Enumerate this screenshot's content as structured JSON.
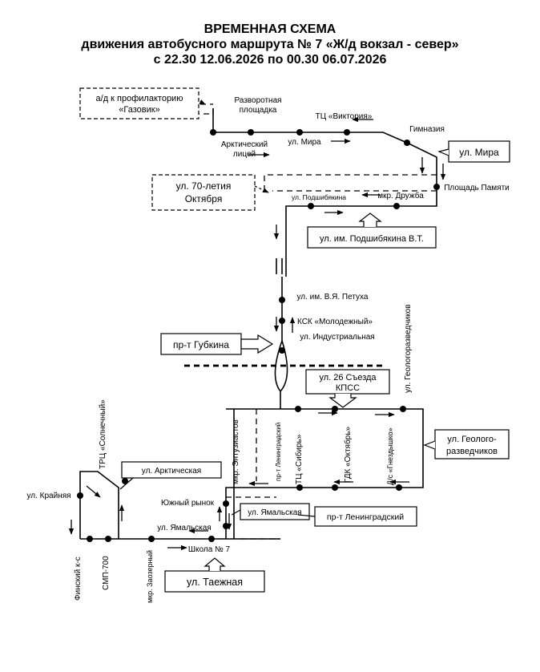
{
  "title": {
    "line1": "ВРЕМЕННАЯ СХЕМА",
    "line2": "движения автобусного маршрута № 7 «Ж/д вокзал - север»",
    "line3": "с 22.30 12.06.2026 по 00.30 06.07.2026"
  },
  "boxes": {
    "gazovik": [
      "а/д к профилакторию",
      "«Газовик»"
    ],
    "oktyabrya": [
      "ул. 70-летия",
      "Октября"
    ],
    "mira": "ул. Мира",
    "podshibyakina": "ул. им. Подшибякина В.Т.",
    "gubkina": "пр-т Губкина",
    "s26": [
      "ул. 26 Съезда",
      "КПСС"
    ],
    "geolog": [
      "ул. Геолого-",
      "разведчиков"
    ],
    "arkticheskaya": "ул. Арктическая",
    "yamalskaya": "ул. Ямальская",
    "leningradsky": "пр-т Ленинградский",
    "taezhnaya": "ул. Таежная"
  },
  "labels": {
    "razvorotnaya": [
      "Разворотная",
      "площадка"
    ],
    "viktoriya": "ТЦ «Виктория»",
    "gimnaziya": "Гимназия",
    "arktichesky_licey": [
      "Арктический",
      "лицей"
    ],
    "ul_mira": "ул. Мира",
    "ploshad_pamyati": "Площадь Памяти",
    "ul_podshibyakina": "ул. Подшибякина",
    "mkr_druzhba": "мкр. Дружба",
    "petukha": "ул. им. В.Я. Петуха",
    "ksk": "КСК «Молодежный»",
    "industrialnaya": "ул. Индустриальная",
    "geologorazvedchikov": "ул. Геологоразведчиков",
    "entuziastov": "мкр. Энтузиастов",
    "pr_leningradsky": "пр-т Ленинградский",
    "tc_sibir": "ТЦ «Сибирь»",
    "gdk_oktyabr": "ГДК «Октябрь»",
    "ds_gnezdyshko": "Д/с «Гнездышко»",
    "yuzhny_rynok": "Южный рынок",
    "ul_yamalskaya": "ул. Ямальская",
    "shkola": "Школа № 7",
    "trc_solnechny": "ТРЦ «Солнечный»",
    "ul_krainyaya": "ул. Крайняя",
    "finsky": "Финский к-с",
    "smp": "СМП-700",
    "zaozerny": "мкр. Заозерный"
  }
}
